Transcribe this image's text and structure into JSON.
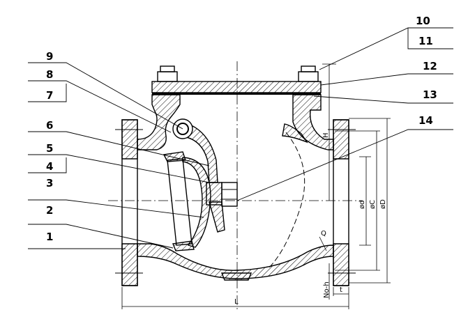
{
  "drawing": {
    "title": "Swing check valve sectional drawing",
    "part_numbers_left": [
      "9",
      "8",
      "7",
      "6",
      "5",
      "4",
      "3",
      "2",
      "1"
    ],
    "part_numbers_right": [
      "10",
      "11",
      "12",
      "13",
      "14"
    ],
    "dimensions": {
      "height": "H",
      "bore_diameter": "ød",
      "bolt_circle": "øC",
      "flange_diameter": "øD",
      "bolt_holes": "No-h",
      "flange_thickness": "t",
      "length": "L",
      "radius_mark": "Q"
    }
  }
}
